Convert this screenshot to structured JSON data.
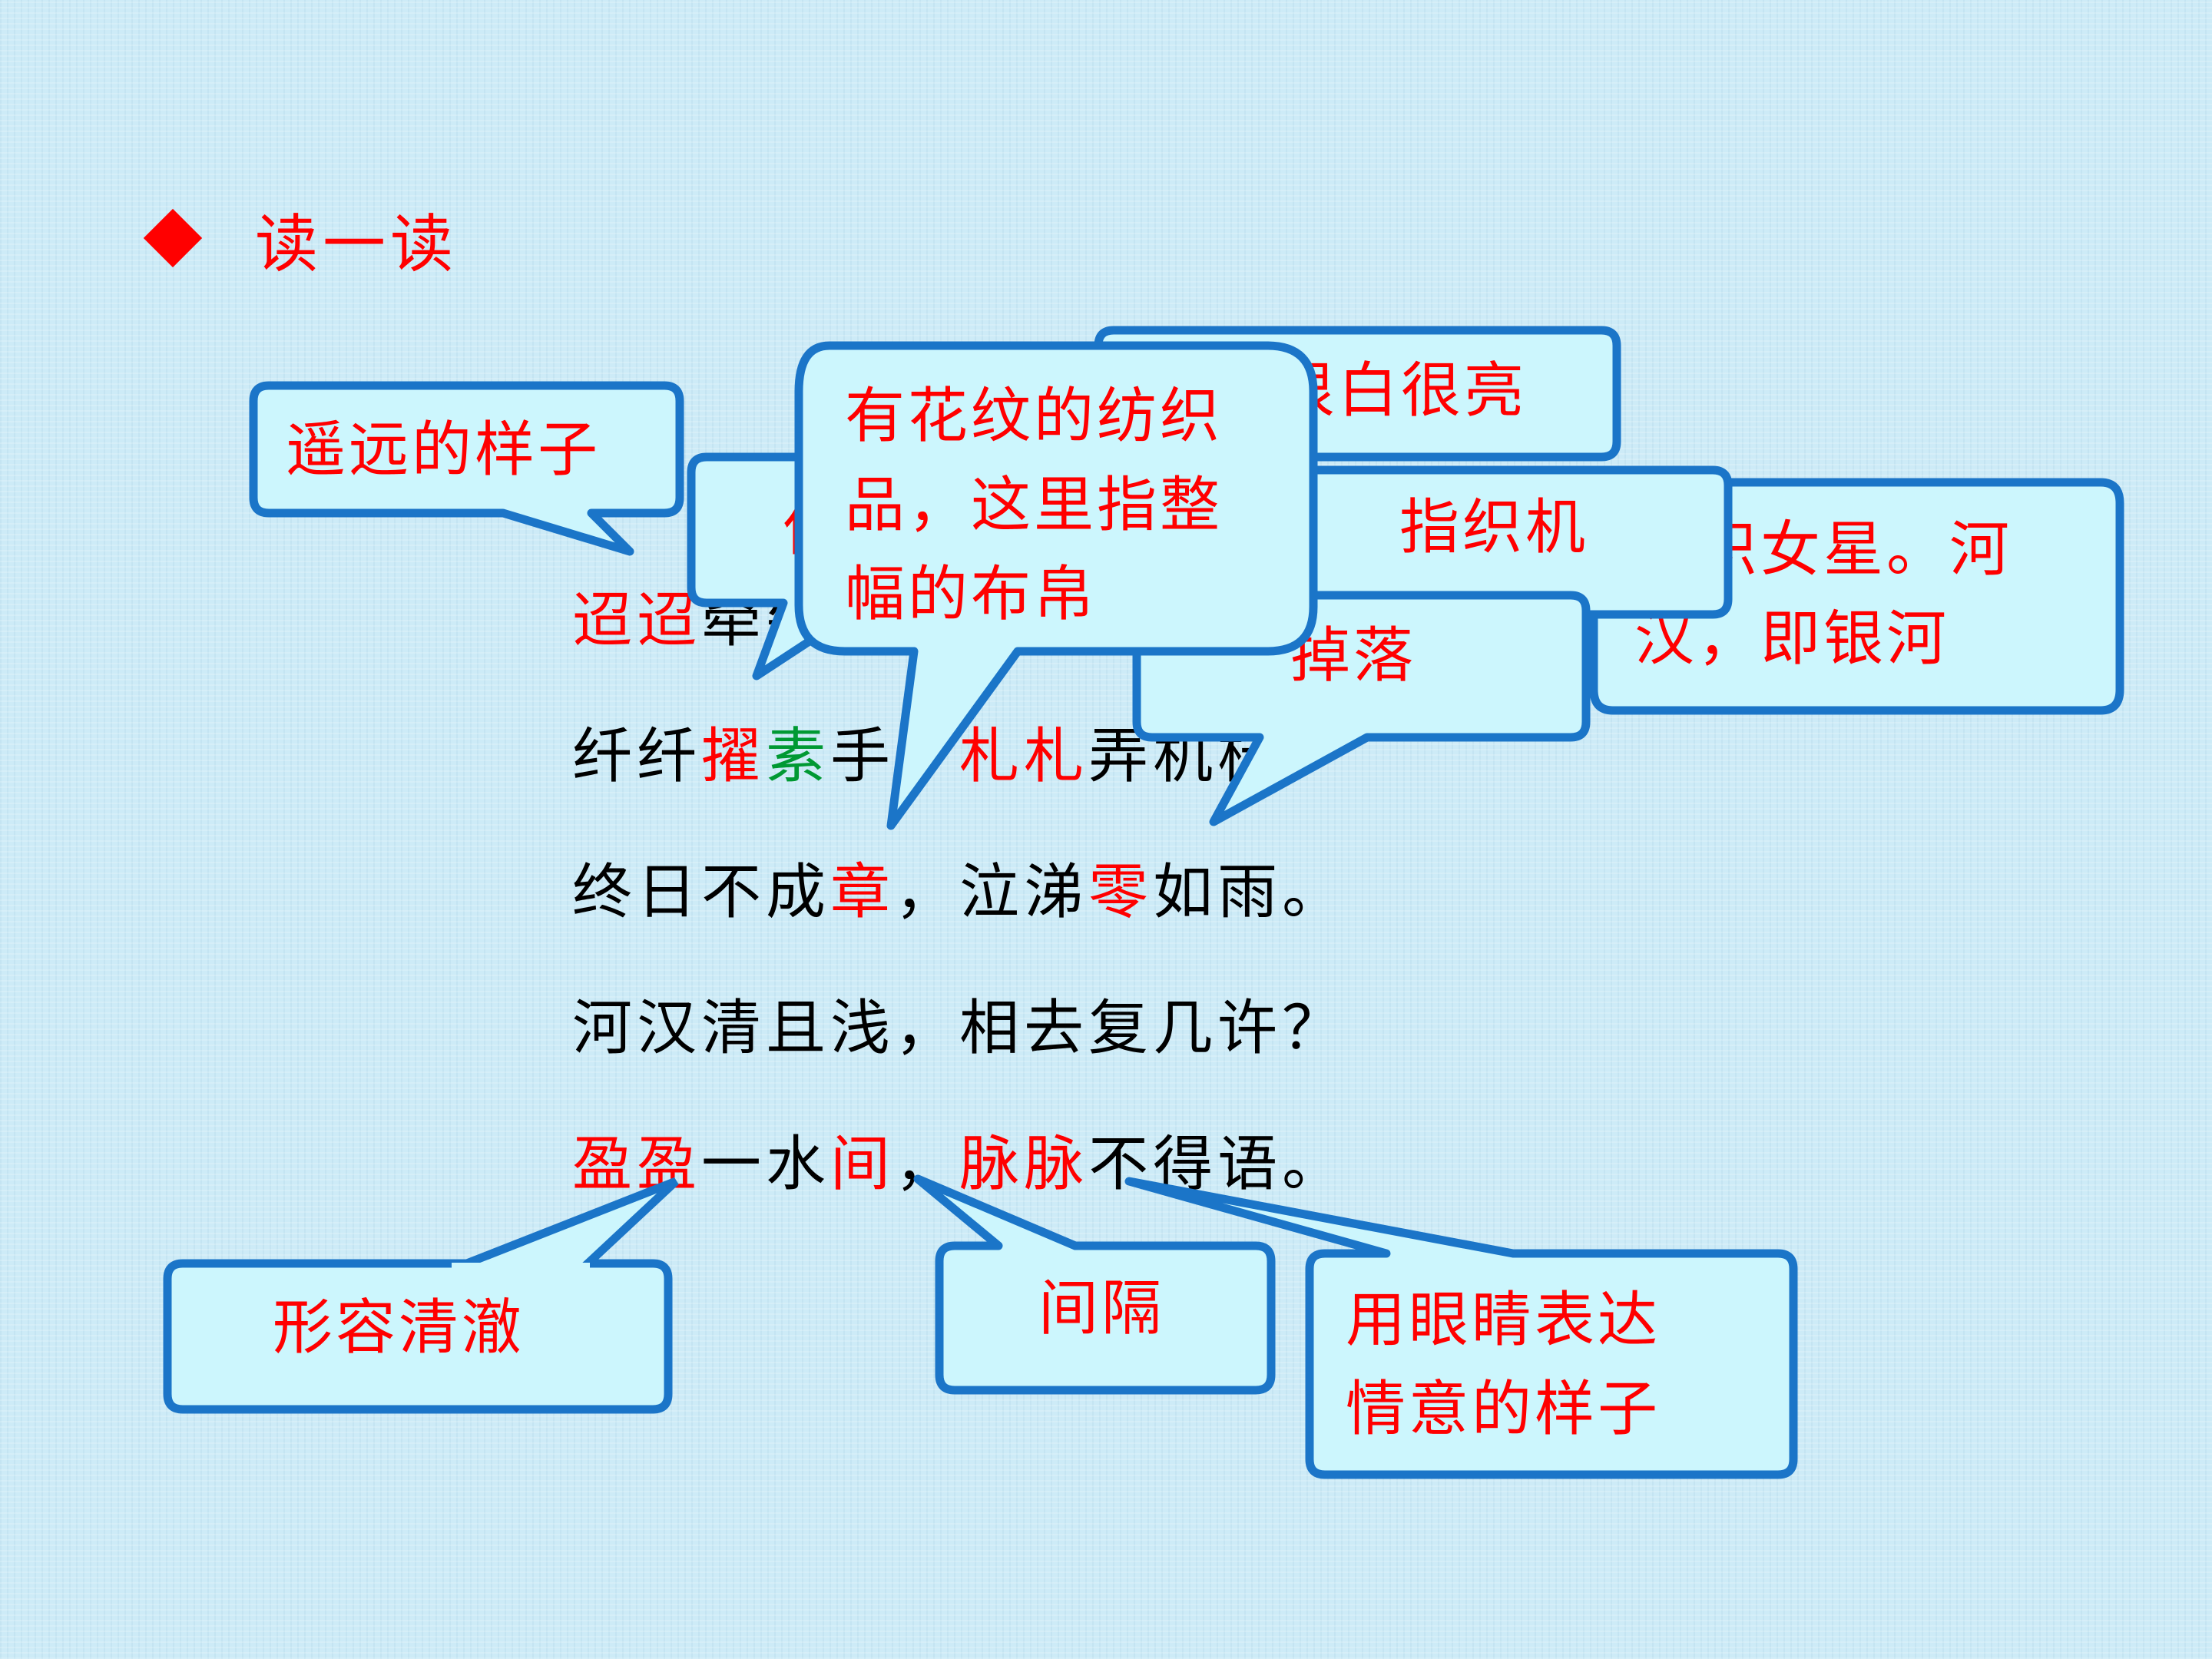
{
  "heading": {
    "text": "读一读"
  },
  "poem": [
    {
      "segments": [
        {
          "text": "迢迢",
          "color": "red"
        },
        {
          "text": "牵牛星，皎皎河汉女。",
          "color": "black"
        }
      ]
    },
    {
      "segments": [
        {
          "text": "纤纤",
          "color": "black"
        },
        {
          "text": "擢",
          "color": "red"
        },
        {
          "text": "素",
          "color": "green"
        },
        {
          "text": "手，",
          "color": "black"
        },
        {
          "text": "札札",
          "color": "red"
        },
        {
          "text": "弄机杼。",
          "color": "black"
        }
      ]
    },
    {
      "segments": [
        {
          "text": "终日不成",
          "color": "black"
        },
        {
          "text": "章",
          "color": "red"
        },
        {
          "text": "，泣涕",
          "color": "black"
        },
        {
          "text": "零",
          "color": "red"
        },
        {
          "text": "如雨。",
          "color": "black"
        }
      ]
    },
    {
      "segments": [
        {
          "text": "河汉清且浅，相去复几许？",
          "color": "black"
        }
      ]
    },
    {
      "segments": [
        {
          "text": "盈盈",
          "color": "red"
        },
        {
          "text": "一水",
          "color": "black"
        },
        {
          "text": "间",
          "color": "red"
        },
        {
          "text": "，",
          "color": "black"
        },
        {
          "text": "脉脉",
          "color": "red"
        },
        {
          "text": "不得语。",
          "color": "black"
        }
      ]
    }
  ],
  "callouts": [
    {
      "id": "yaoyuan",
      "lines": [
        "遥远的样子"
      ]
    },
    {
      "id": "hidden-left",
      "lines": [
        "伸出"
      ]
    },
    {
      "id": "hengbai",
      "lines": [
        "很白很亮"
      ]
    },
    {
      "id": "zhiji",
      "lines": [
        "指织机"
      ]
    },
    {
      "id": "zhinv",
      "lines": [
        "指织女星。河",
        "汉，即银河"
      ]
    },
    {
      "id": "diaoluo",
      "lines": [
        "掉落"
      ]
    },
    {
      "id": "huawen",
      "lines": [
        "有花纹的纺织",
        "品，这里指整",
        "幅的布帛"
      ]
    },
    {
      "id": "qingche",
      "lines": [
        "形容清澈"
      ]
    },
    {
      "id": "jiange",
      "lines": [
        "间隔"
      ]
    },
    {
      "id": "maimai",
      "lines": [
        "用眼睛表达",
        "情意的样子"
      ]
    }
  ],
  "colors": {
    "accent_red": "#ff0000",
    "highlight_green": "#009933",
    "callout_fill": "#ccf6fd",
    "callout_border": "#1b75c8",
    "background": "#cdebf7"
  }
}
